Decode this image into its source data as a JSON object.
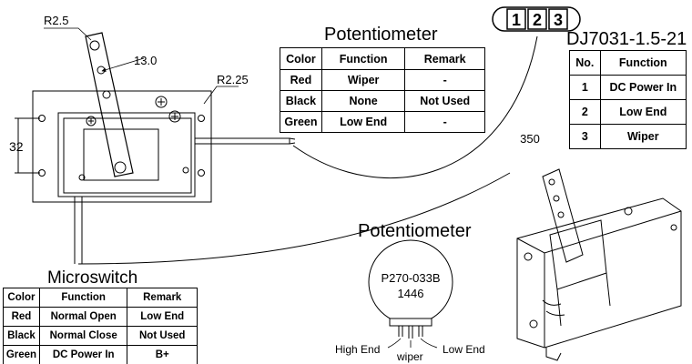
{
  "dims": {
    "r1": "R2.5",
    "len": "13.0",
    "r2": "R2.25",
    "height": "32",
    "cable": "350"
  },
  "connector": {
    "pins": [
      "1",
      "2",
      "3"
    ],
    "part": "DJ7031-1.5-21"
  },
  "pot_table": {
    "title": "Potentiometer",
    "headers": [
      "Color",
      "Function",
      "Remark"
    ],
    "rows": [
      [
        "Red",
        "Wiper",
        "-"
      ],
      [
        "Black",
        "None",
        "Not Used"
      ],
      [
        "Green",
        "Low End",
        "-"
      ]
    ]
  },
  "pin_table": {
    "headers": [
      "No.",
      "Function"
    ],
    "rows": [
      [
        "1",
        "DC Power In"
      ],
      [
        "2",
        "Low End"
      ],
      [
        "3",
        "Wiper"
      ]
    ]
  },
  "micro_table": {
    "title": "Microswitch",
    "headers": [
      "Color",
      "Function",
      "Remark"
    ],
    "rows": [
      [
        "Red",
        "Normal Open",
        "Low End"
      ],
      [
        "Black",
        "Normal Close",
        "Not Used"
      ],
      [
        "Green",
        "DC Power In",
        "B+"
      ]
    ]
  },
  "pot_part": {
    "title": "Potentiometer",
    "code": "P270-033B",
    "num": "1446",
    "high": "High End",
    "wiper": "wiper",
    "low": "Low End"
  }
}
